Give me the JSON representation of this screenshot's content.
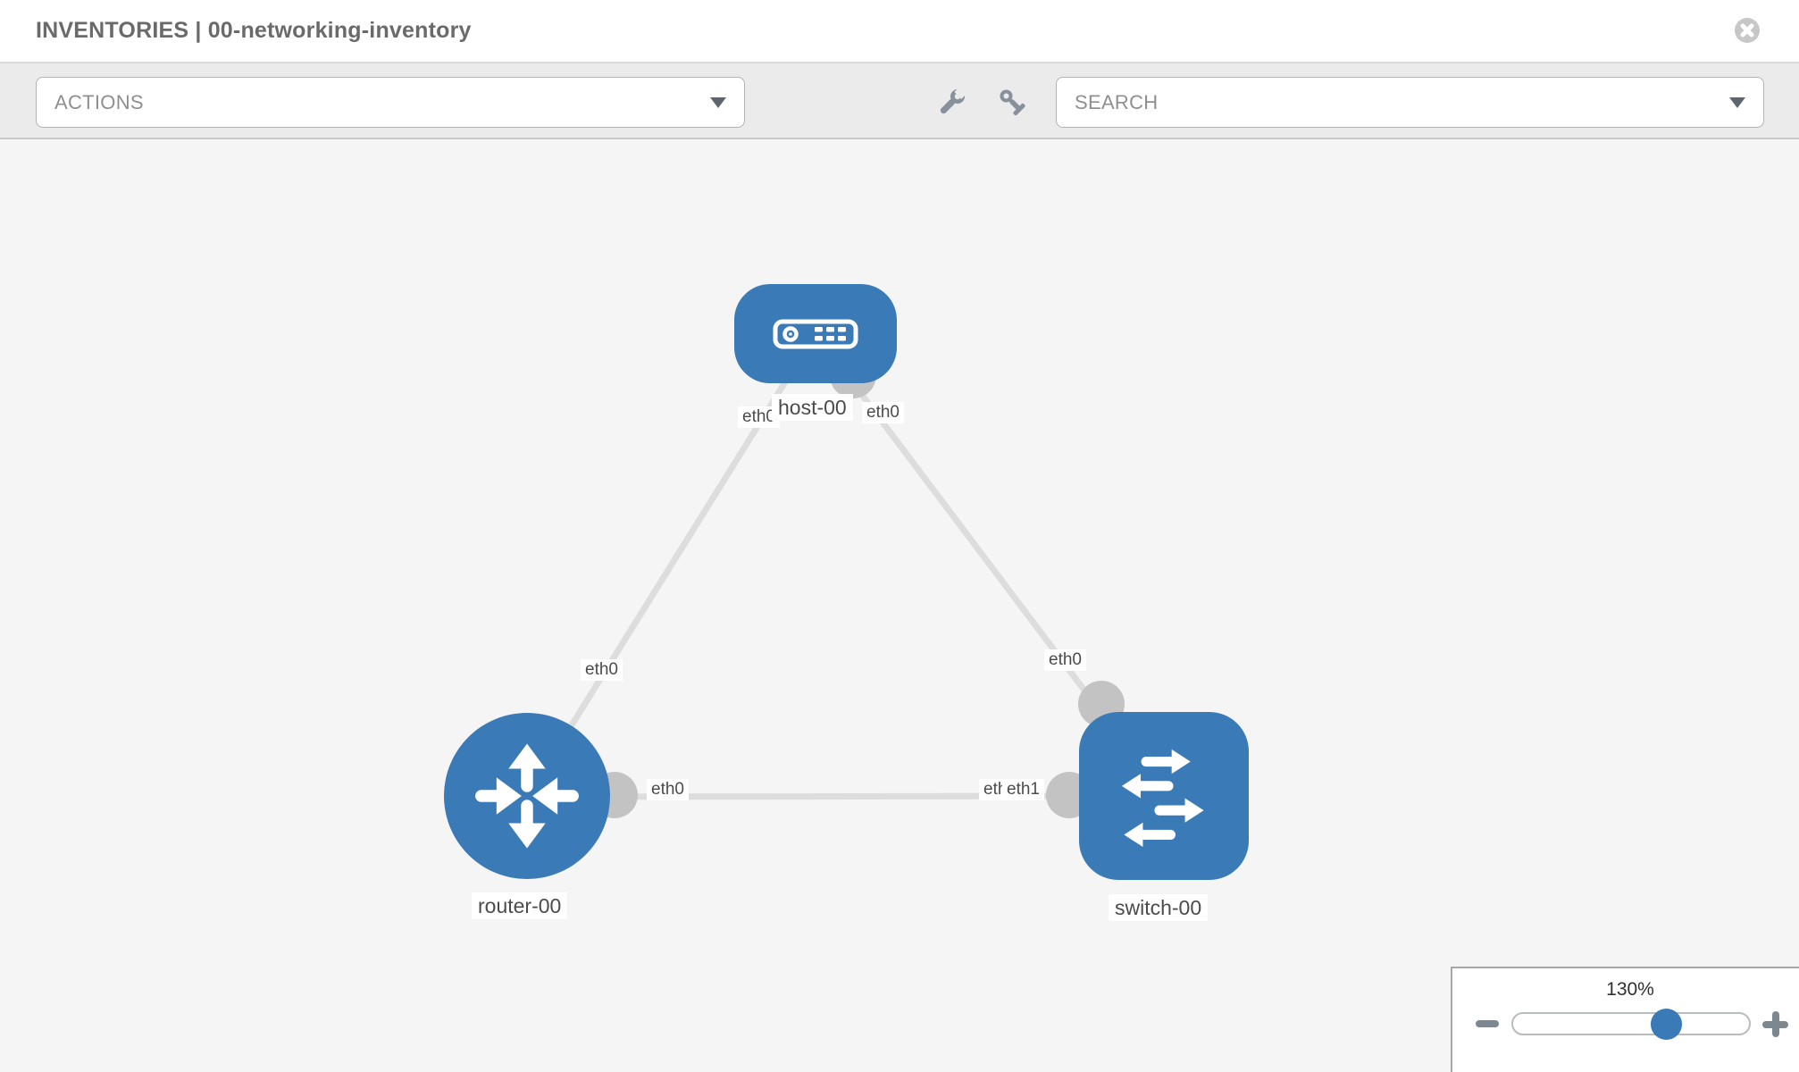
{
  "header": {
    "title": "INVENTORIES | 00-networking-inventory"
  },
  "toolbar": {
    "actions_label": "ACTIONS",
    "search_placeholder": "SEARCH"
  },
  "icons": {
    "close": "close-icon",
    "wrench": "wrench-icon",
    "key": "key-icon",
    "dropdown_caret": "chevron-down-icon",
    "zoom_out": "minus-icon",
    "zoom_in": "plus-icon"
  },
  "colors": {
    "node_blue": "#3a7ab7",
    "edge_gray": "#dddddd",
    "port_gray": "#c3c3c3",
    "canvas_bg": "#f5f5f5",
    "toolbar_bg": "#ebebeb"
  },
  "topology": {
    "nodes": [
      {
        "id": "host-00",
        "type": "host",
        "label": "host-00"
      },
      {
        "id": "router-00",
        "type": "router",
        "label": "router-00"
      },
      {
        "id": "switch-00",
        "type": "switch",
        "label": "switch-00"
      }
    ],
    "edges": [
      {
        "from": "host-00",
        "to": "router-00",
        "from_interface": "eth0",
        "to_interface": "eth0"
      },
      {
        "from": "host-00",
        "to": "switch-00",
        "from_interface": "eth0",
        "to_interface": "eth0"
      },
      {
        "from": "router-00",
        "to": "switch-00",
        "from_interface": "eth0",
        "to_interfaces_overlapping": [
          "eth0",
          "eth1"
        ]
      }
    ]
  },
  "zoom_control": {
    "value": "130%"
  }
}
